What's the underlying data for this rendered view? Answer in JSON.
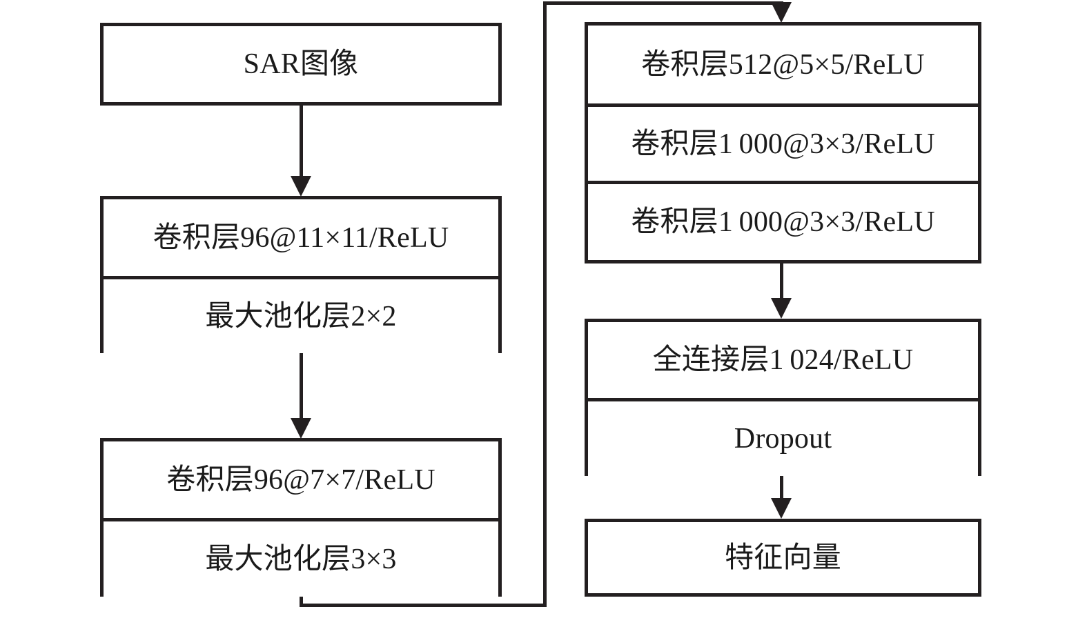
{
  "diagram": {
    "title": "SAR CNN feature extraction architecture",
    "colors": {
      "stroke": "#231f20",
      "text": "#1a1a1a",
      "background": "#ffffff"
    },
    "left_column": {
      "input_group": {
        "boxes": [
          {
            "label": "SAR图像"
          }
        ]
      },
      "conv_block_1": {
        "boxes": [
          {
            "label": "卷积层96@11×11/ReLU"
          },
          {
            "label": "最大池化层2×2"
          }
        ]
      },
      "conv_block_2": {
        "boxes": [
          {
            "label": "卷积层96@7×7/ReLU"
          },
          {
            "label": "最大池化层3×3"
          }
        ]
      }
    },
    "right_column": {
      "deep_conv_block": {
        "boxes": [
          {
            "label": "卷积层512@5×5/ReLU"
          },
          {
            "label": "卷积层1 000@3×3/ReLU"
          },
          {
            "label": "卷积层1 000@3×3/ReLU"
          }
        ]
      },
      "fc_block": {
        "boxes": [
          {
            "label": "全连接层1 024/ReLU"
          },
          {
            "label": "Dropout"
          }
        ]
      },
      "output_group": {
        "boxes": [
          {
            "label": "特征向量"
          }
        ]
      }
    },
    "connectors": [
      {
        "name": "input-to-conv1",
        "from": "SAR图像",
        "to": "卷积层96@11×11/ReLU",
        "style": "straight-down-arrow"
      },
      {
        "name": "conv1-to-conv2",
        "from": "最大池化层2×2",
        "to": "卷积层96@7×7/ReLU",
        "style": "straight-down-arrow"
      },
      {
        "name": "conv2-to-deep",
        "from": "最大池化层3×3",
        "to": "卷积层512@5×5/ReLU",
        "style": "wrap-around-arrow"
      },
      {
        "name": "deep-to-fc",
        "from": "卷积层1 000@3×3/ReLU",
        "to": "全连接层1 024/ReLU",
        "style": "straight-down-arrow"
      },
      {
        "name": "fc-to-output",
        "from": "Dropout",
        "to": "特征向量",
        "style": "straight-down-arrow"
      }
    ]
  }
}
